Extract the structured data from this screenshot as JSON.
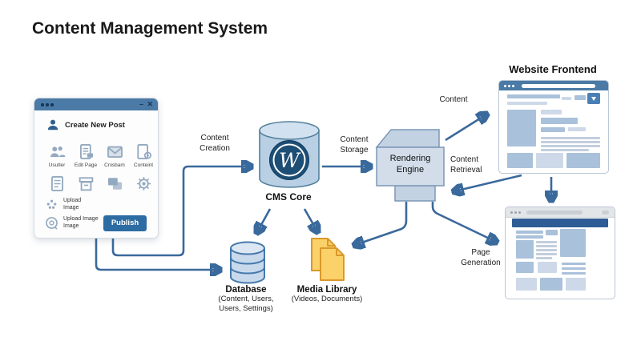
{
  "title": "Content Management System",
  "colors": {
    "arrow": "#3a699c",
    "titlebar_blue": "#4a7aa5",
    "publish_button": "#2d6ca2",
    "cylinder_fill": "#b8cfe4",
    "logo_navy": "#1d4e75",
    "engine_fill": "#d2dde9",
    "media_fill": "#fbd169",
    "media_stroke": "#d9992b",
    "wireframe_medium": "#a9c1da",
    "wireframe_light": "#cdd9e8",
    "navbar_dark_blue": "#2e5c94"
  },
  "admin_window": {
    "header": "Create New Post",
    "controls": {
      "minimize": "–",
      "close": "✕"
    },
    "grid_row1": [
      {
        "icon": "users-icon",
        "label": "Usutler"
      },
      {
        "icon": "edit-page-icon",
        "label": "Edit Page"
      },
      {
        "icon": "inbox-icon",
        "label": "Cnisbam"
      },
      {
        "icon": "document-gear-icon",
        "label": "Conteint"
      }
    ],
    "grid_row2": [
      {
        "icon": "document-icon"
      },
      {
        "icon": "archive-icon"
      },
      {
        "icon": "chat-icon"
      },
      {
        "icon": "gear-icon"
      }
    ],
    "upload1": [
      "Upload",
      "Image"
    ],
    "upload2": [
      "Upload Image",
      "Image"
    ],
    "publish_label": "Publish"
  },
  "nodes": {
    "cms_core": {
      "label": "CMS Core",
      "logo_text": "W"
    },
    "rendering_engine": [
      "Rendering",
      "Engine"
    ],
    "database": {
      "label": "Database",
      "sub1": "(Content, Users,",
      "sub2": "Users, Settings)"
    },
    "media_library": {
      "label": "Media Library",
      "sub": "(Videos, Documents)"
    },
    "website_frontend": {
      "label": "Website Frontend"
    }
  },
  "edge_labels": {
    "content_creation": [
      "Content",
      "Creation"
    ],
    "content_storage": [
      "Content",
      "Storage"
    ],
    "content": "Content",
    "content_retrieval": [
      "Content",
      "Retrieval"
    ],
    "page_generation": [
      "Page",
      "Generation"
    ]
  }
}
